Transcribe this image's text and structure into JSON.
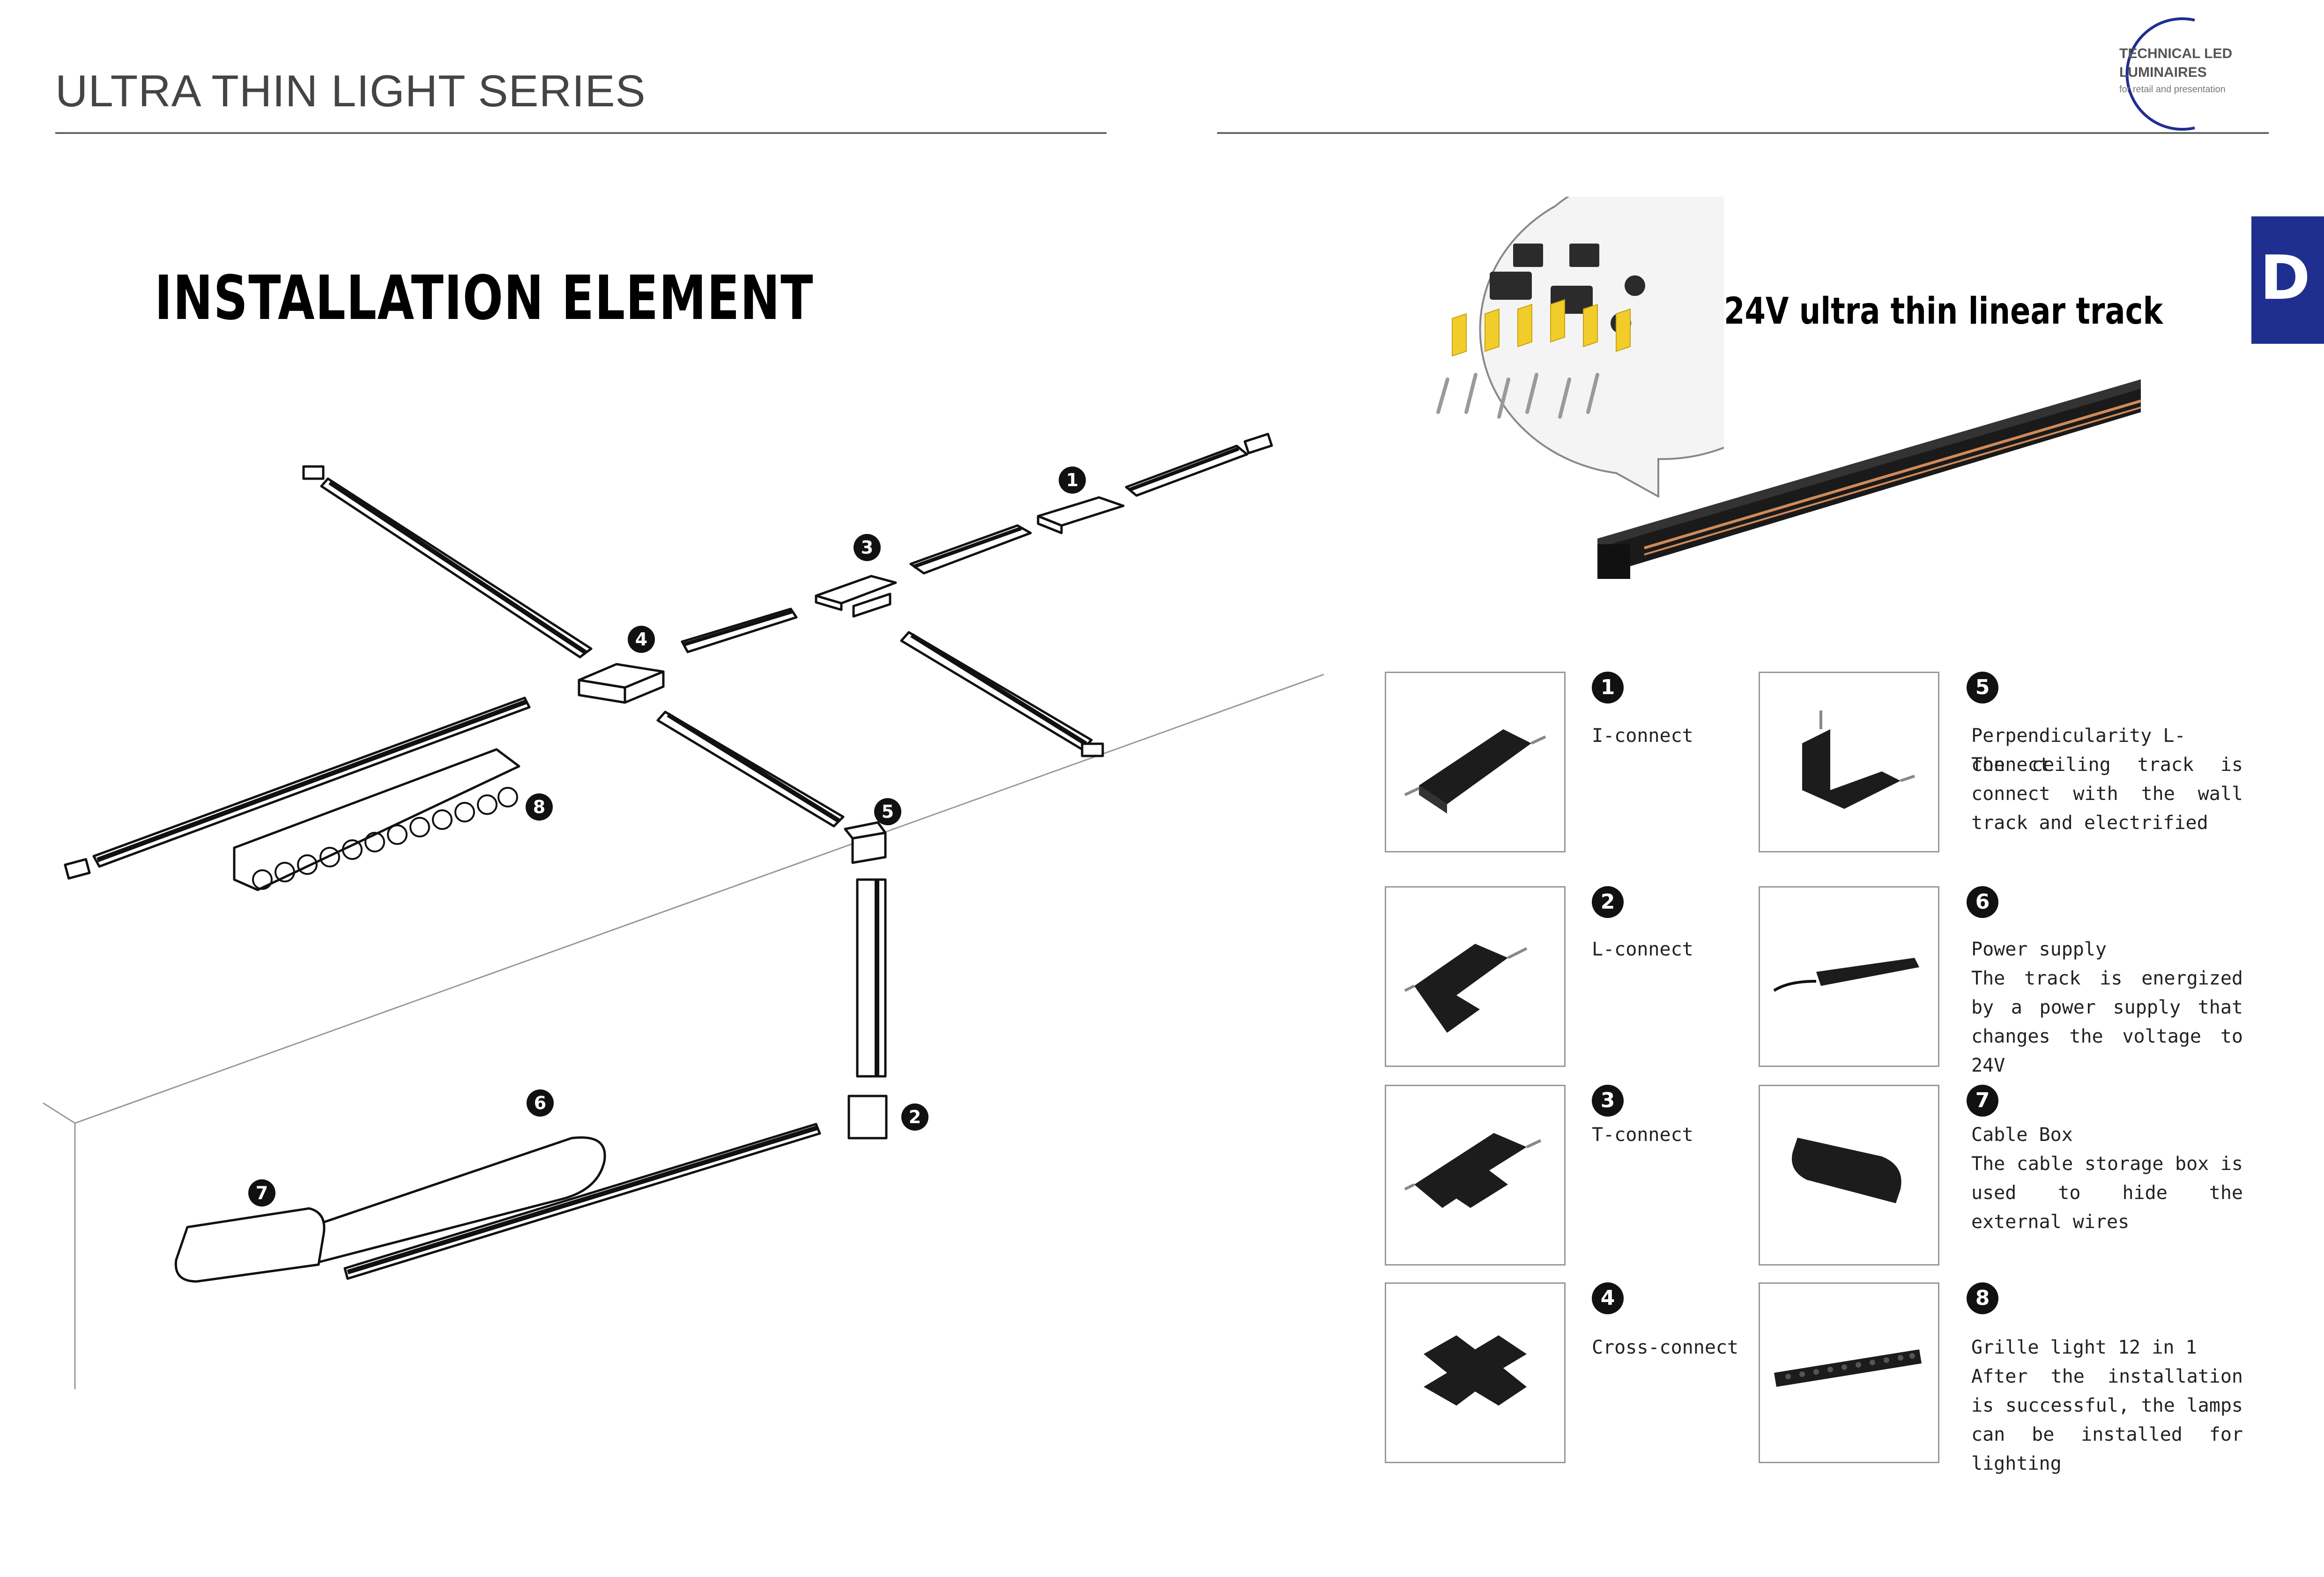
{
  "header": {
    "series_title": "ULTRA THIN LIGHT SERIES",
    "page_title": "INSTALLATION ELEMENT"
  },
  "brand": {
    "line1": "TECHNICAL LED",
    "line2": "LUMINAIRES",
    "line3": "for retail and presentation",
    "accent_color": "#1f2f8f"
  },
  "side_tab": {
    "letter": "D"
  },
  "track": {
    "title": "24V ultra thin linear track"
  },
  "diagram_numbers": [
    "1",
    "2",
    "3",
    "4",
    "5",
    "6",
    "7",
    "8"
  ],
  "components": [
    {
      "num": "1",
      "name": "I-connect",
      "desc": ""
    },
    {
      "num": "2",
      "name": "L-connect",
      "desc": ""
    },
    {
      "num": "3",
      "name": "T-connect",
      "desc": ""
    },
    {
      "num": "4",
      "name": "Cross-connect",
      "desc": ""
    },
    {
      "num": "5",
      "name": "Perpendicularity L-connect",
      "desc": "The ceiling track is connect with the wall track and electrified"
    },
    {
      "num": "6",
      "name": "Power supply",
      "desc": "The track is energized by a power supply that changes the voltage to 24V"
    },
    {
      "num": "7",
      "name": "Cable Box",
      "desc": "The cable storage box is used to hide the external wires"
    },
    {
      "num": "8",
      "name": "Grille light 12 in 1",
      "desc": "After the installation is successful, the lamps can be installed for lighting"
    }
  ]
}
